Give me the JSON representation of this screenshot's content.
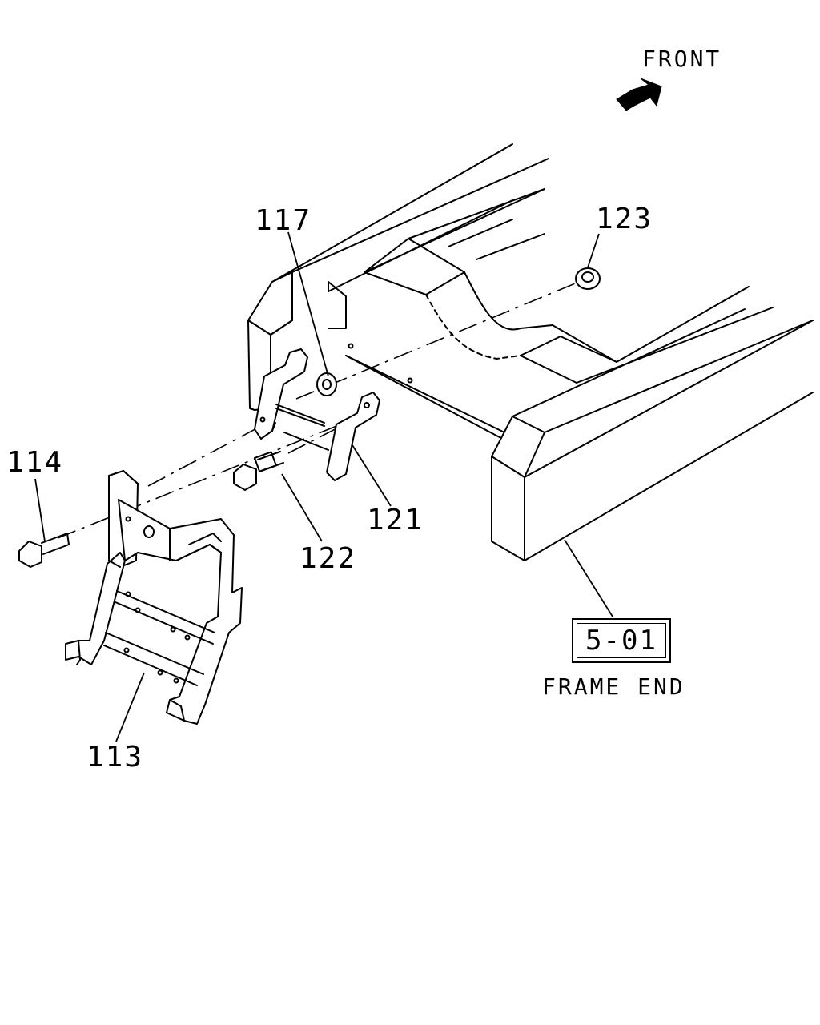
{
  "orientation": {
    "label": "FRONT",
    "icon": "front-arrow-icon"
  },
  "reference": {
    "code": "5-01",
    "caption": "FRAME END"
  },
  "callouts": [
    {
      "id": "113",
      "label": "113"
    },
    {
      "id": "114",
      "label": "114"
    },
    {
      "id": "117",
      "label": "117"
    },
    {
      "id": "121",
      "label": "121"
    },
    {
      "id": "122",
      "label": "122"
    },
    {
      "id": "123",
      "label": "123"
    }
  ]
}
